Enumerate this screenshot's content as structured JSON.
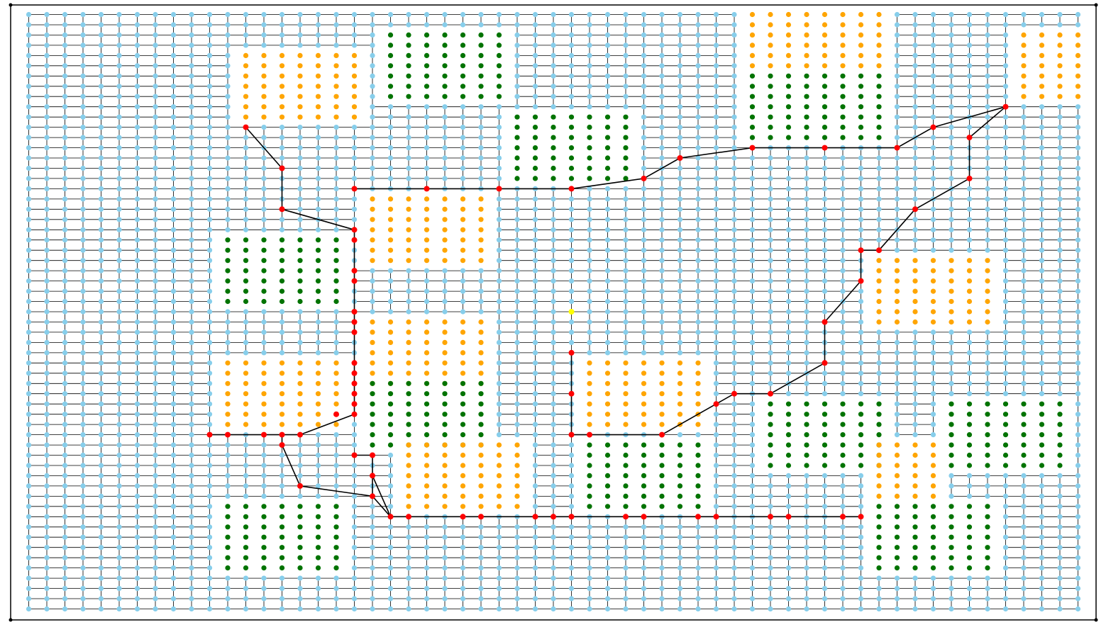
{
  "colors": {
    "background": "#ffffff",
    "grid_node": "#87ceeb",
    "grid_edge": "#000000",
    "path_node": "#ff0000",
    "path_edge": "#000000",
    "start_node": "#ffff00",
    "orange_block": "#ffa500",
    "green_block": "#007300",
    "frame": "#000000"
  },
  "grid": {
    "cols": 59,
    "rows": 59
  },
  "blocks": [
    {
      "color": "orange",
      "col": [
        12,
        18
      ],
      "row": [
        4,
        10
      ]
    },
    {
      "color": "green",
      "col": [
        20,
        26
      ],
      "row": [
        2,
        8
      ]
    },
    {
      "color": "orange",
      "col": [
        40,
        47
      ],
      "row": [
        0,
        5
      ]
    },
    {
      "color": "orange",
      "col": [
        55,
        58
      ],
      "row": [
        2,
        8
      ]
    },
    {
      "color": "green",
      "col": [
        40,
        47
      ],
      "row": [
        6,
        12
      ]
    },
    {
      "color": "green",
      "col": [
        27,
        33
      ],
      "row": [
        10,
        16
      ]
    },
    {
      "color": "orange",
      "col": [
        19,
        25
      ],
      "row": [
        18,
        24
      ]
    },
    {
      "color": "green",
      "col": [
        11,
        17
      ],
      "row": [
        22,
        28
      ]
    },
    {
      "color": "orange",
      "col": [
        47,
        53
      ],
      "row": [
        24,
        30
      ]
    },
    {
      "color": "orange",
      "col": [
        19,
        25
      ],
      "row": [
        30,
        36
      ]
    },
    {
      "color": "green",
      "col": [
        19,
        25
      ],
      "row": [
        36,
        42
      ]
    },
    {
      "color": "orange",
      "col": [
        11,
        17
      ],
      "row": [
        34,
        40
      ]
    },
    {
      "color": "orange",
      "col": [
        31,
        37
      ],
      "row": [
        34,
        40
      ]
    },
    {
      "color": "orange",
      "col": [
        21,
        27
      ],
      "row": [
        42,
        48
      ]
    },
    {
      "color": "green",
      "col": [
        31,
        37
      ],
      "row": [
        42,
        48
      ]
    },
    {
      "color": "green",
      "col": [
        41,
        47
      ],
      "row": [
        38,
        44
      ]
    },
    {
      "color": "green",
      "col": [
        51,
        57
      ],
      "row": [
        38,
        44
      ]
    },
    {
      "color": "orange",
      "col": [
        47,
        50
      ],
      "row": [
        42,
        47
      ]
    },
    {
      "color": "green",
      "col": [
        11,
        17
      ],
      "row": [
        48,
        54
      ]
    },
    {
      "color": "green",
      "col": [
        47,
        53
      ],
      "row": [
        48,
        54
      ]
    }
  ],
  "path_nodes": [
    [
      12,
      11
    ],
    [
      14,
      15
    ],
    [
      14,
      19
    ],
    [
      18,
      21
    ],
    [
      18,
      22
    ],
    [
      18,
      25
    ],
    [
      18,
      26
    ],
    [
      18,
      29
    ],
    [
      18,
      30
    ],
    [
      18,
      31
    ],
    [
      18,
      34
    ],
    [
      18,
      35
    ],
    [
      18,
      36
    ],
    [
      18,
      37
    ],
    [
      18,
      38
    ],
    [
      18,
      39
    ],
    [
      17,
      39
    ],
    [
      15,
      41
    ],
    [
      14,
      41
    ],
    [
      13,
      41
    ],
    [
      11,
      41
    ],
    [
      10,
      41
    ],
    [
      14,
      42
    ],
    [
      15,
      46
    ],
    [
      19,
      47
    ],
    [
      20,
      49
    ],
    [
      21,
      49
    ],
    [
      19,
      45
    ],
    [
      18,
      43
    ],
    [
      19,
      43
    ],
    [
      24,
      49
    ],
    [
      25,
      49
    ],
    [
      28,
      49
    ],
    [
      29,
      49
    ],
    [
      30,
      49
    ],
    [
      33,
      49
    ],
    [
      34,
      49
    ],
    [
      37,
      49
    ],
    [
      38,
      49
    ],
    [
      41,
      49
    ],
    [
      42,
      49
    ],
    [
      45,
      49
    ],
    [
      46,
      49
    ],
    [
      30,
      41
    ],
    [
      31,
      41
    ],
    [
      35,
      41
    ],
    [
      38,
      38
    ],
    [
      39,
      37
    ],
    [
      41,
      37
    ],
    [
      44,
      34
    ],
    [
      44,
      30
    ],
    [
      46,
      26
    ],
    [
      46,
      23
    ],
    [
      47,
      23
    ],
    [
      49,
      19
    ],
    [
      52,
      16
    ],
    [
      52,
      12
    ],
    [
      50,
      11
    ],
    [
      54,
      9
    ],
    [
      48,
      13
    ],
    [
      44,
      13
    ],
    [
      40,
      13
    ],
    [
      36,
      14
    ],
    [
      34,
      16
    ],
    [
      30,
      17
    ],
    [
      26,
      17
    ],
    [
      22,
      17
    ],
    [
      18,
      17
    ],
    [
      30,
      33
    ],
    [
      30,
      37
    ]
  ],
  "path_edges": [
    [
      [
        12,
        11
      ],
      [
        14,
        15
      ]
    ],
    [
      [
        14,
        15
      ],
      [
        14,
        19
      ]
    ],
    [
      [
        14,
        19
      ],
      [
        18,
        21
      ]
    ],
    [
      [
        18,
        21
      ],
      [
        18,
        39
      ]
    ],
    [
      [
        18,
        39
      ],
      [
        15,
        41
      ]
    ],
    [
      [
        15,
        41
      ],
      [
        10,
        41
      ]
    ],
    [
      [
        14,
        41
      ],
      [
        14,
        42
      ]
    ],
    [
      [
        14,
        42
      ],
      [
        15,
        46
      ]
    ],
    [
      [
        15,
        46
      ],
      [
        19,
        47
      ]
    ],
    [
      [
        19,
        47
      ],
      [
        20,
        49
      ]
    ],
    [
      [
        18,
        43
      ],
      [
        19,
        43
      ]
    ],
    [
      [
        19,
        43
      ],
      [
        19,
        47
      ]
    ],
    [
      [
        19,
        45
      ],
      [
        20,
        49
      ]
    ],
    [
      [
        20,
        49
      ],
      [
        46,
        49
      ]
    ],
    [
      [
        30,
        33
      ],
      [
        30,
        41
      ]
    ],
    [
      [
        30,
        41
      ],
      [
        35,
        41
      ]
    ],
    [
      [
        35,
        41
      ],
      [
        38,
        38
      ]
    ],
    [
      [
        38,
        38
      ],
      [
        39,
        37
      ]
    ],
    [
      [
        39,
        37
      ],
      [
        41,
        37
      ]
    ],
    [
      [
        41,
        37
      ],
      [
        44,
        34
      ]
    ],
    [
      [
        44,
        34
      ],
      [
        44,
        30
      ]
    ],
    [
      [
        44,
        30
      ],
      [
        46,
        26
      ]
    ],
    [
      [
        46,
        26
      ],
      [
        46,
        23
      ]
    ],
    [
      [
        46,
        23
      ],
      [
        47,
        23
      ]
    ],
    [
      [
        47,
        23
      ],
      [
        49,
        19
      ]
    ],
    [
      [
        49,
        19
      ],
      [
        52,
        16
      ]
    ],
    [
      [
        52,
        16
      ],
      [
        52,
        12
      ]
    ],
    [
      [
        52,
        12
      ],
      [
        54,
        9
      ]
    ],
    [
      [
        54,
        9
      ],
      [
        50,
        11
      ]
    ],
    [
      [
        50,
        11
      ],
      [
        48,
        13
      ]
    ],
    [
      [
        48,
        13
      ],
      [
        40,
        13
      ]
    ],
    [
      [
        40,
        13
      ],
      [
        36,
        14
      ]
    ],
    [
      [
        36,
        14
      ],
      [
        34,
        16
      ]
    ],
    [
      [
        34,
        16
      ],
      [
        30,
        17
      ]
    ],
    [
      [
        30,
        17
      ],
      [
        18,
        17
      ]
    ]
  ],
  "start_node": [
    30,
    29
  ]
}
